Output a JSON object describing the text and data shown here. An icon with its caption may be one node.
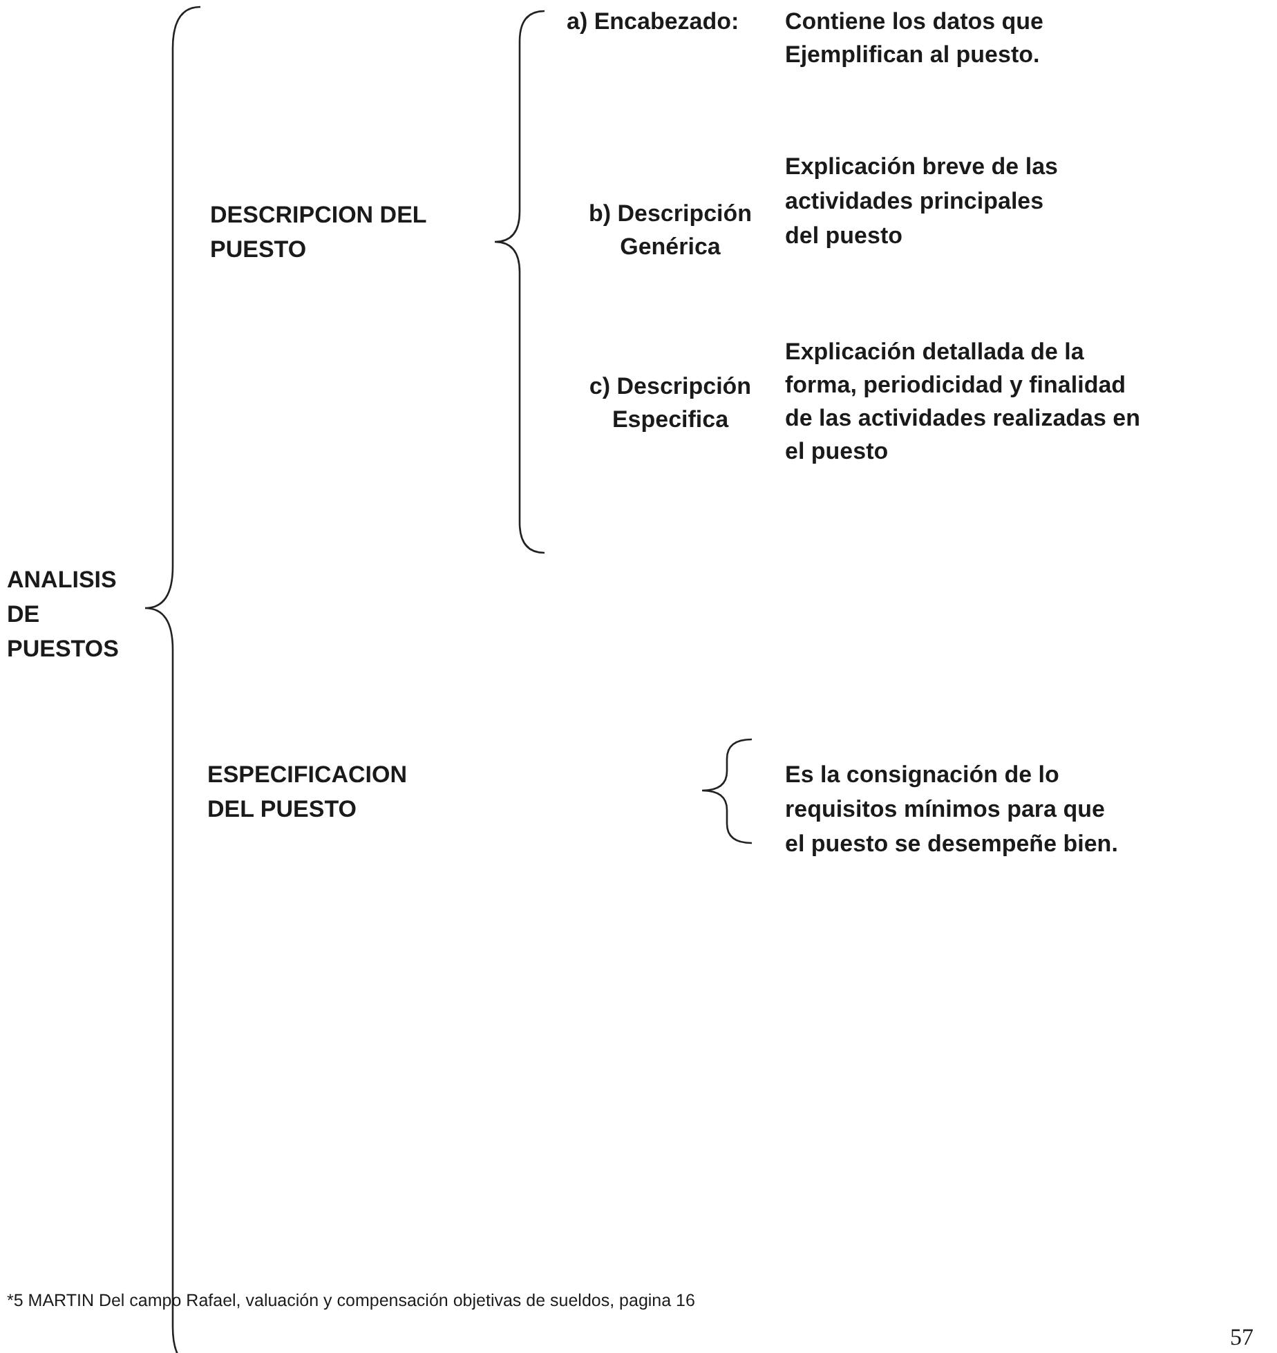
{
  "diagram": {
    "labels": [
      "a) Encabezado:",
      "Contiene los datos que Ejemplifican al puesto.",
      "DESCRIPCION DEL PUESTO",
      "b) Descripción Genérica",
      "Explicación breve de las actividades principales del puesto",
      "c) Descripción Especifica",
      "Explicación detallada de la forma, periodicidad y finalidad de las actividades realizadas en el puesto",
      "ANALISIS DE PUESTOS",
      "ESPECIFICACION DEL PUESTO",
      "Es la consignación de lo requisitos mínimos para que el puesto se desempeñe bien.",
      "*5 MARTIN Del campo Rafael, valuación y compensación objetivas de sueldos, pagina 16",
      "57"
    ]
  }
}
